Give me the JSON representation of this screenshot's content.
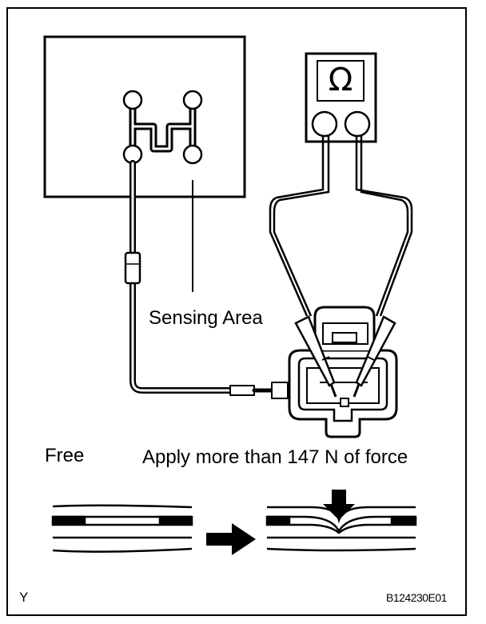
{
  "labels": {
    "sensing_area": "Sensing Area",
    "free": "Free",
    "apply_force": "Apply more than 147 N of force",
    "corner_mark": "Y",
    "figure_code": "B124230E01"
  },
  "meter": {
    "symbol": "Ω"
  },
  "colors": {
    "line": "#000000",
    "background": "#ffffff"
  },
  "icons": [
    "ohmmeter-icon",
    "touch-sensor-icon",
    "connector-icon",
    "test-probe-icon",
    "arrow-right-icon",
    "arrow-down-icon"
  ]
}
